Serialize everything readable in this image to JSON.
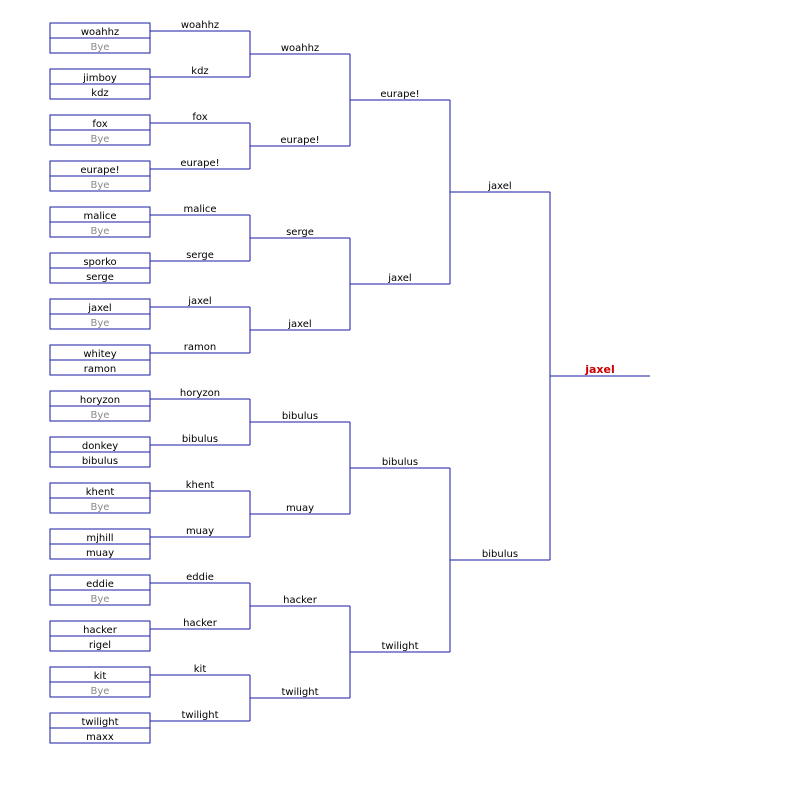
{
  "colors": {
    "line": "#1a1aa6",
    "text": "#000000",
    "bye": "#8a8a8a",
    "champion": "#cc0000"
  },
  "rounds": [
    [
      [
        "woahhz",
        "Bye"
      ],
      [
        "jimboy",
        "kdz"
      ],
      [
        "fox",
        "Bye"
      ],
      [
        "eurape!",
        "Bye"
      ],
      [
        "malice",
        "Bye"
      ],
      [
        "sporko",
        "serge"
      ],
      [
        "jaxel",
        "Bye"
      ],
      [
        "whitey",
        "ramon"
      ],
      [
        "horyzon",
        "Bye"
      ],
      [
        "donkey",
        "bibulus"
      ],
      [
        "khent",
        "Bye"
      ],
      [
        "mjhill",
        "muay"
      ],
      [
        "eddie",
        "Bye"
      ],
      [
        "hacker",
        "rigel"
      ],
      [
        "kit",
        "Bye"
      ],
      [
        "twilight",
        "maxx"
      ]
    ],
    [
      "woahhz",
      "kdz",
      "fox",
      "eurape!",
      "malice",
      "serge",
      "jaxel",
      "ramon",
      "horyzon",
      "bibulus",
      "khent",
      "muay",
      "eddie",
      "hacker",
      "kit",
      "twilight"
    ],
    [
      "woahhz",
      "eurape!",
      "serge",
      "jaxel",
      "bibulus",
      "muay",
      "hacker",
      "twilight"
    ],
    [
      "eurape!",
      "jaxel",
      "bibulus",
      "twilight"
    ],
    [
      "jaxel",
      "bibulus"
    ]
  ],
  "champion": "jaxel"
}
